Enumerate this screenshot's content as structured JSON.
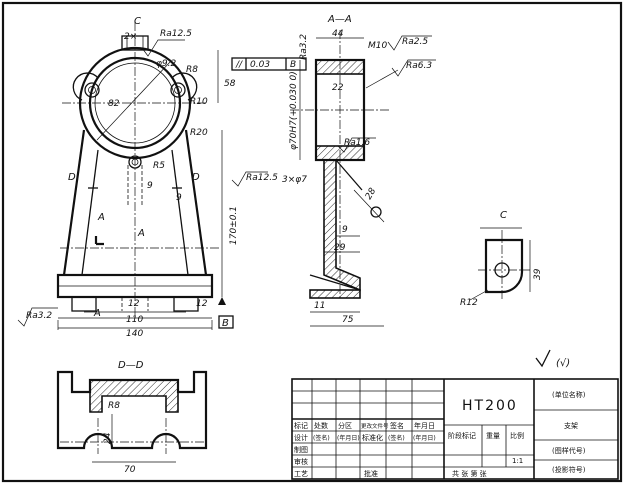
{
  "front_view": {
    "section_C": "C",
    "dim_2x": "2×",
    "rough_top": "Ra12.5",
    "dim_phi92": "φ9.2",
    "dim_R8": "R8",
    "dim_82": "82",
    "dim_R10": "R10",
    "dim_58": "58",
    "dim_R20": "R20",
    "dim_R5": "R5",
    "dim_9": "9",
    "label_D_left": "D",
    "label_D_right": "D",
    "dim_9b": "9",
    "dim_170": "170±0.1",
    "label_A1": "A",
    "label_A2": "A",
    "label_A3": "A",
    "dim_12a": "12",
    "dim_12b": "12",
    "dim_110": "110",
    "dim_140": "140",
    "rough_base": "Ra3.2",
    "datum_B": "B"
  },
  "side_view": {
    "section_label": "A—A",
    "dim_44": "44",
    "tol_frame": [
      "//",
      "0.03",
      "B"
    ],
    "rough_32": "Ra3.2",
    "thread": "M10",
    "rough_25": "Ra2.5",
    "rough_63": "Ra6.3",
    "dim_22": "22",
    "bore": "φ70H7(+0.030 0)",
    "rough_16": "Ra1.6",
    "rough_125": "Ra12.5",
    "holes": "3×φ7",
    "dim_28": "28",
    "dim_9": "9",
    "dim_29": "29",
    "dim_11": "11",
    "dim_75": "75"
  },
  "view_C": {
    "label": "C",
    "dim_39": "39",
    "dim_R12": "R12"
  },
  "section_D": {
    "label": "D—D",
    "dim_R8": "R8",
    "dim_24": "24",
    "dim_70": "70"
  },
  "rough_general": "(√)",
  "title_block": {
    "material": "HT200",
    "unit_name": "(单位名称)",
    "part_name": "支架",
    "drawing_no": "(图样代号)",
    "proj_no": "(投影符号)",
    "stage_label": "阶段标记",
    "weight_label": "重量",
    "scale_label": "比例",
    "scale_value": "1:1",
    "sheets": "共   张   第   张",
    "rows": [
      [
        "标记",
        "处数",
        "分区",
        "更改文件号",
        "签名",
        "年月日"
      ],
      [
        "设计",
        "(签名)",
        "(年月日)",
        "标准化",
        "(签名)",
        "(年月日)"
      ],
      [
        "制图",
        "",
        "",
        "",
        "",
        ""
      ],
      [
        "审核",
        "",
        "",
        "",
        "",
        ""
      ],
      [
        "工艺",
        "",
        "",
        "批准",
        "",
        ""
      ]
    ]
  }
}
